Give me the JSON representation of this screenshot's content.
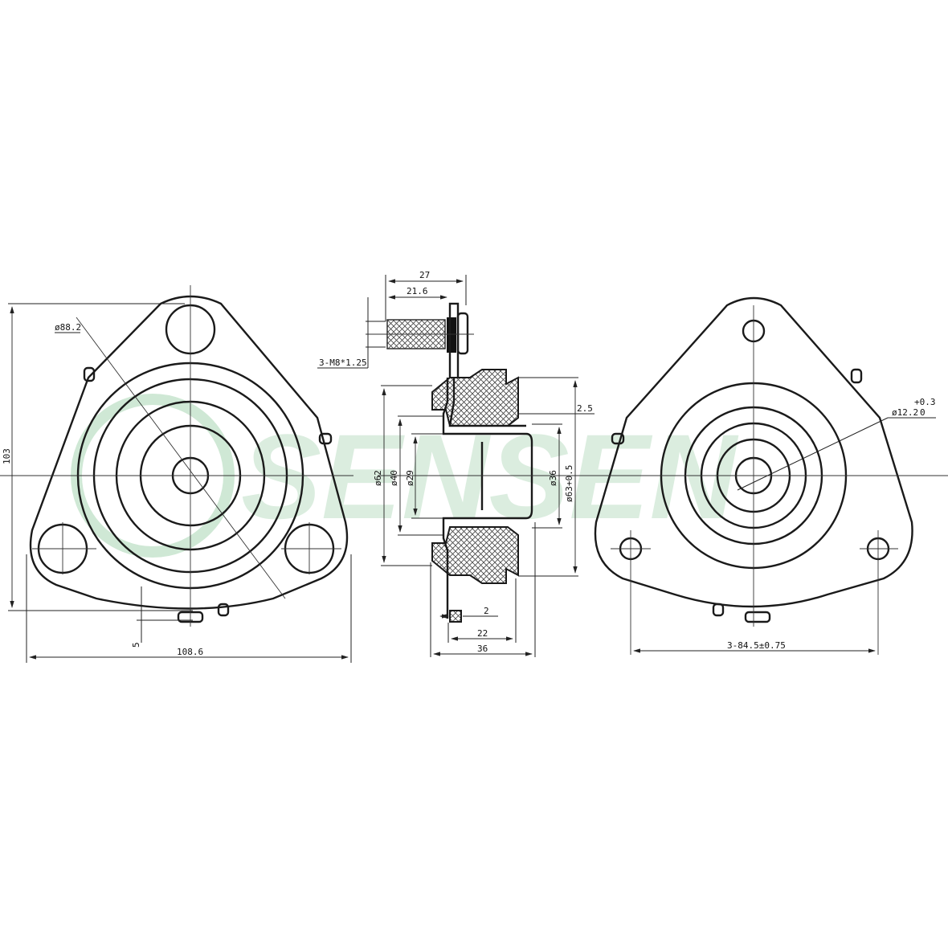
{
  "watermark": {
    "text": "SENSEN",
    "color": "#cfe8d5"
  },
  "front_view": {
    "outer_diameter": "ø88.2",
    "height": "103",
    "width": "108.6",
    "offset": "5"
  },
  "section_view": {
    "stud_length_total": "27",
    "stud_length_thread": "21.6",
    "thread_spec": "3-M8*1.25",
    "flange_offset": "2.5",
    "dia_62": "ø62",
    "dia_40": "ø40",
    "dia_29": "ø29",
    "dia_36": "ø36",
    "dia_63": "ø63+0.5",
    "plate_thickness": "2",
    "depth_22": "22",
    "depth_36": "36"
  },
  "rear_view": {
    "bore": "ø12.2",
    "bore_tol_upper": "+0.3",
    "bore_tol_lower": "0",
    "bolt_circle": "3-84.5±0.75"
  }
}
